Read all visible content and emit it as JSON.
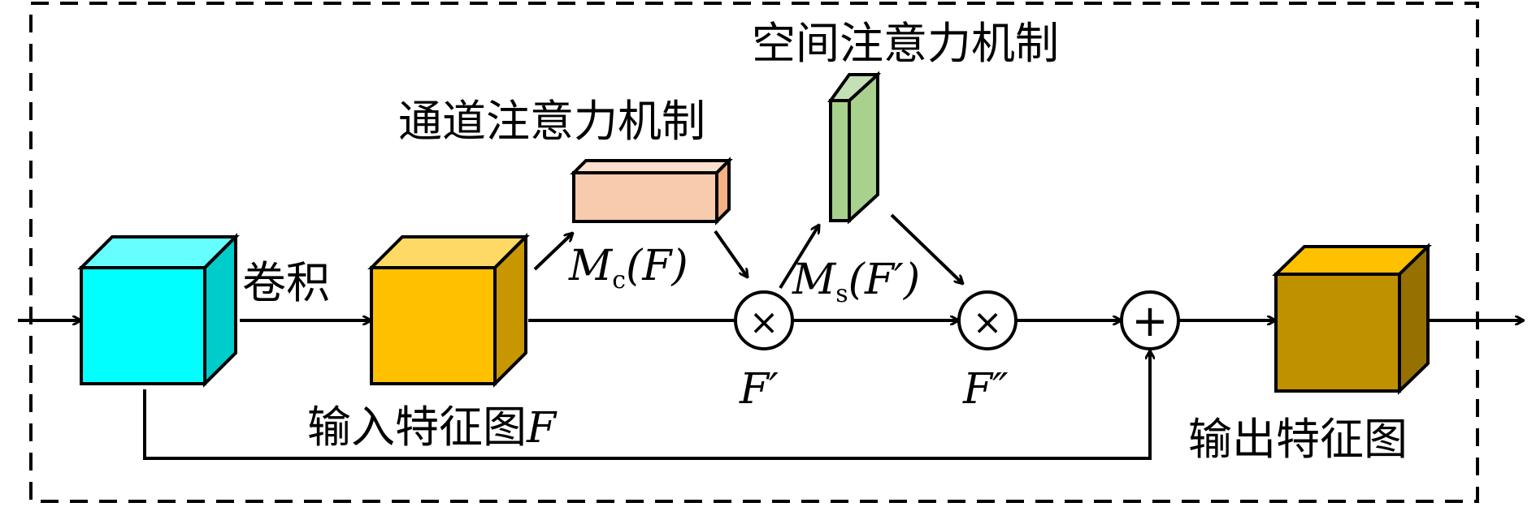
{
  "labels": {
    "spatial_attention": "空间注意力机制",
    "channel_attention": "通道注意力机制",
    "conv": "卷积",
    "input_feature_map": "输入特征图",
    "input_feature_symbol": "F",
    "output_feature_map": "输出特征图",
    "mc_main": "M",
    "mc_sub": "c",
    "mc_arg": "(F)",
    "ms_main": "M",
    "ms_sub": "s",
    "ms_arg": "(F′)",
    "f_prime": "F′",
    "f_double_prime": "F″"
  },
  "operators": {
    "multiply": "×",
    "add": "+"
  },
  "colors": {
    "cyan_front": "#00FFFF",
    "cyan_top": "#66FFFF",
    "cyan_side": "#00CCCC",
    "input_front": "#FFC000",
    "input_top": "#FFD966",
    "input_side": "#C89600",
    "channel_front": "#F8CBAD",
    "channel_top": "#FBE0CD",
    "channel_side": "#F4B183",
    "spatial_front": "#A9D18E",
    "spatial_top": "#C5E0B4",
    "spatial_side": "#A9D18E",
    "output_front": "#BF9000",
    "output_top": "#FFC000",
    "output_side": "#967000",
    "stroke": "#000000",
    "dashed_border": "#000000"
  }
}
